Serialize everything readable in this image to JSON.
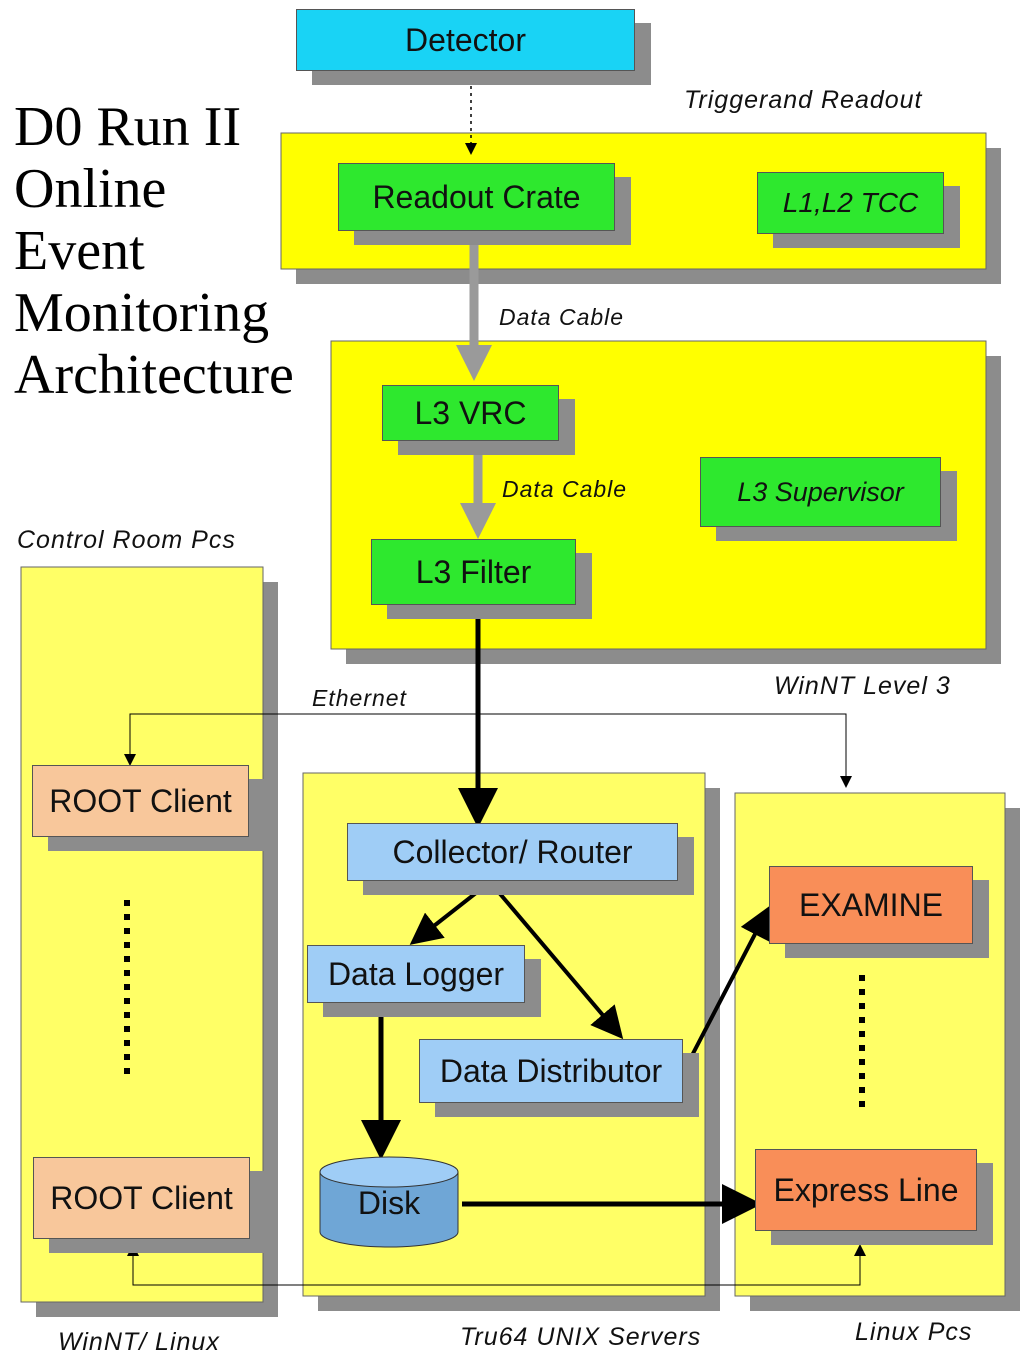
{
  "title_lines": [
    "D0 Run II",
    "Online",
    "Event",
    "Monitoring",
    "Architecture"
  ],
  "regions": {
    "trigger": "Triggerand Readout",
    "level3": "WinNT Level 3",
    "control_room": "Control Room Pcs",
    "winnt_linux": "WinNT/ Linux",
    "tru64": "Tru64 UNIX Servers",
    "linux_pcs": "Linux Pcs"
  },
  "nodes": {
    "detector": "Detector",
    "readout_crate": "Readout Crate",
    "l1l2_tcc": "L1,L2 TCC",
    "l3_vrc": "L3 VRC",
    "l3_supervisor": "L3 Supervisor",
    "l3_filter": "L3 Filter",
    "root_client_1": "ROOT Client",
    "root_client_2": "ROOT Client",
    "collector_router": "Collector/ Router",
    "data_logger": "Data Logger",
    "data_distributor": "Data Distributor",
    "disk": "Disk",
    "examine": "EXAMINE",
    "express_line": "Express Line"
  },
  "edge_labels": {
    "data_cable_1": "Data Cable",
    "data_cable_2": "Data Cable",
    "ethernet": "Ethernet"
  },
  "colors": {
    "yellow_region": "#ffff00",
    "pale_yellow_region": "#ffff66",
    "detector": "#19d3f5",
    "trigger_nodes": "#2ee82e",
    "server_nodes": "#9fcdf6",
    "client_nodes": "#f8c79b",
    "linux_nodes": "#f98e58"
  }
}
